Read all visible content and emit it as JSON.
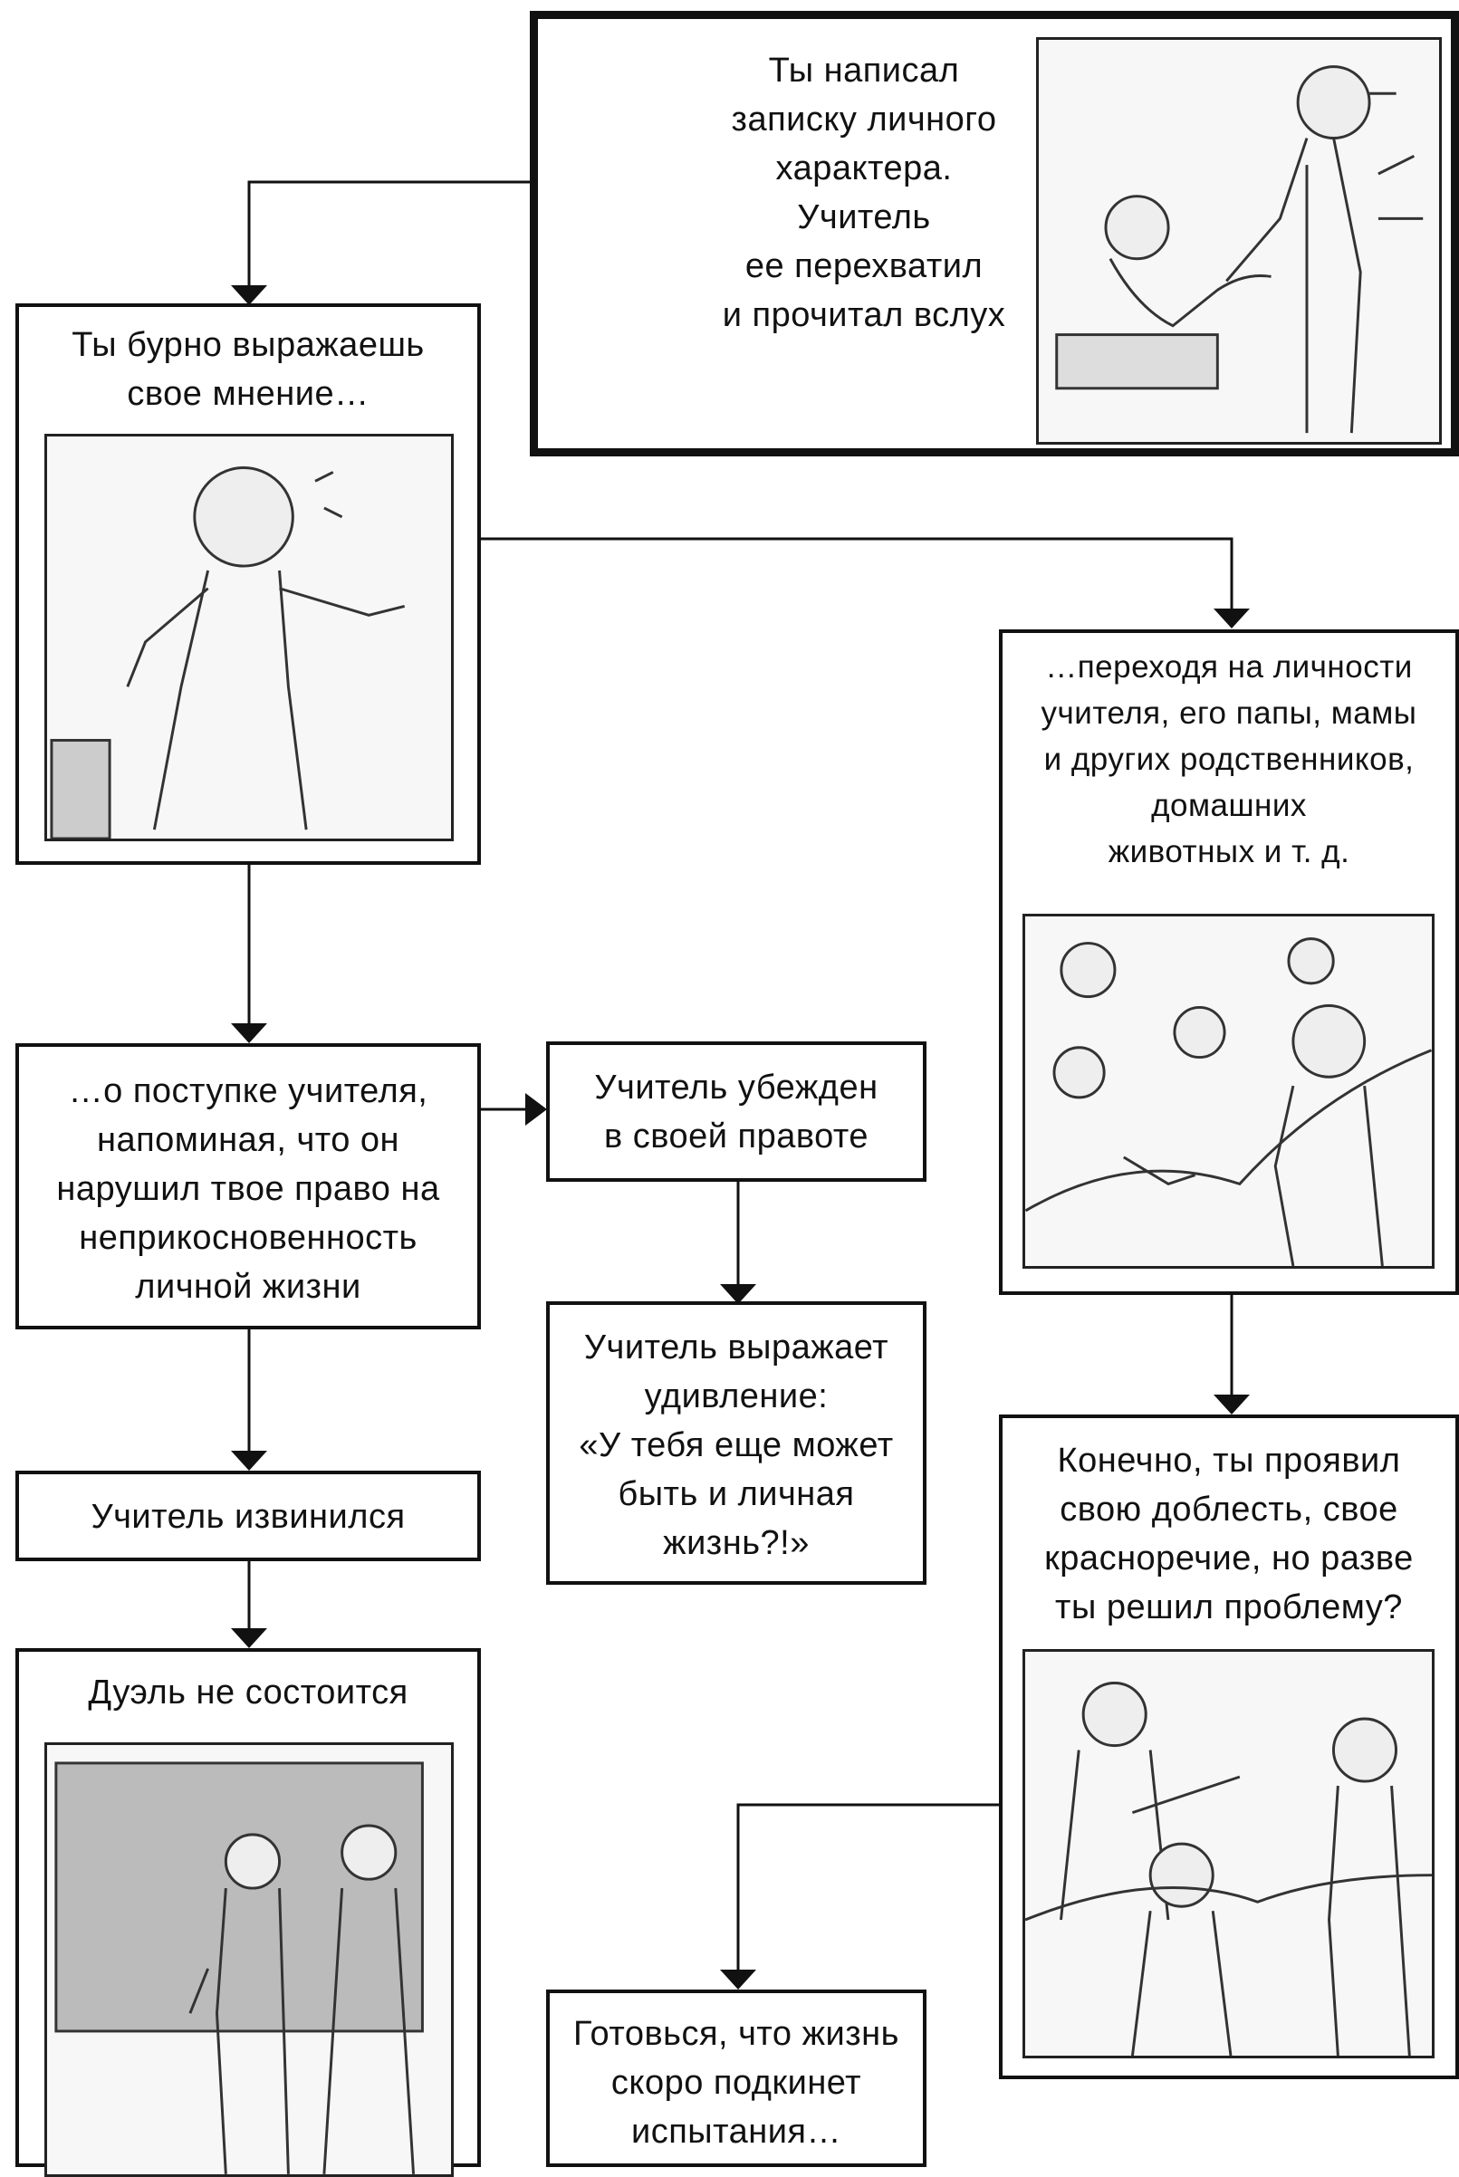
{
  "nodes": {
    "note": "Ты написал\nзаписку личного\nхарактера.\nУчитель\nее перехватил\nи прочитал вслух",
    "express": "Ты бурно выражаешь\nсвое мнение…",
    "personal": "…переходя на личности\nучителя, его папы, мамы\nи других родственников,\nдомашних\nживотных и т. д.",
    "deed": "…о поступке учителя,\nнапоминая, что он\nнарушил твое право на\nнеприкосновенность\nличной жизни",
    "convinced": "Учитель убежден\nв своей правоте",
    "surprise": "Учитель выражает\nудивление:\n«У тебя еще может\nбыть и личная\nжизнь?!»",
    "apologized": "Учитель извинился",
    "duel": "Дуэль не состоится",
    "valor": "Конечно, ты проявил\nсвою доблесть, свое\nкрасноречие, но разве\nты решил проблему?",
    "prepare": "Готовься, что жизнь\nскоро подкинет\nиспытания…"
  }
}
